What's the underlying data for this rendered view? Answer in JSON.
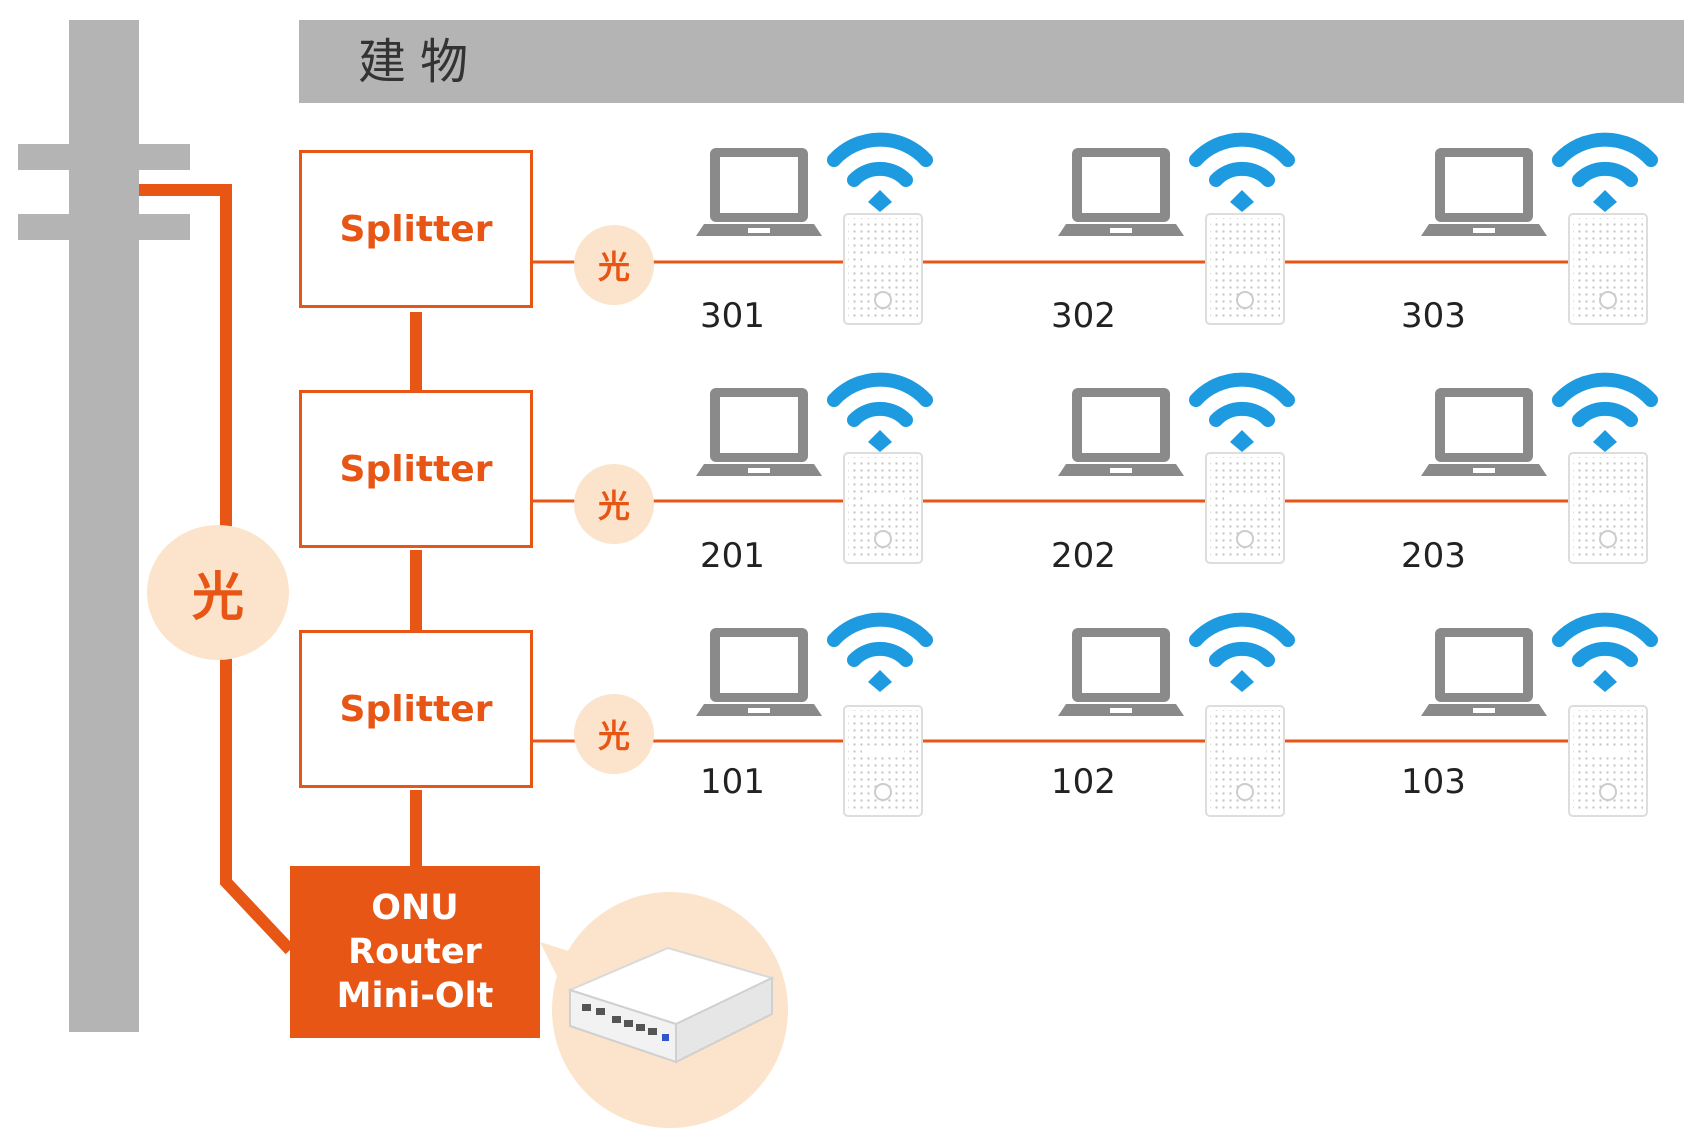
{
  "building": {
    "label": "建物"
  },
  "hikari": {
    "label": "光"
  },
  "splitters": [
    {
      "label": "Splitter"
    },
    {
      "label": "Splitter"
    },
    {
      "label": "Splitter"
    }
  ],
  "onu": {
    "line1": "ONU",
    "line2": "Router",
    "line3": "Mini-Olt"
  },
  "floors": [
    {
      "rooms": [
        "301",
        "302",
        "303"
      ]
    },
    {
      "rooms": [
        "201",
        "202",
        "203"
      ]
    },
    {
      "rooms": [
        "101",
        "102",
        "103"
      ]
    }
  ],
  "colors": {
    "accent": "#e85616",
    "badge": "#fbe4cb",
    "gray": "#b4b4b4",
    "laptop": "#8a8a8a",
    "wifi": "#1e9be0"
  }
}
